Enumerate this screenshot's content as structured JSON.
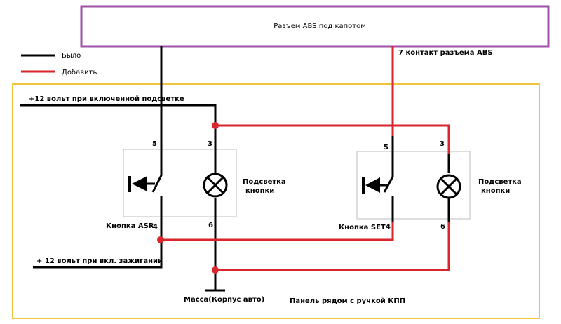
{
  "colors": {
    "black": "#000000",
    "red": "#d9262c",
    "purple": "#a050a8",
    "gold": "#f2c43d",
    "border_gray": "#bdbdbd"
  },
  "connector": {
    "label": "Разъем ABS под капотом"
  },
  "pin7_label": "7 контакт разъема ABS",
  "legend": {
    "was": "Было",
    "add": "Добавить"
  },
  "labels": {
    "plus12_backlight": "+12 вольт при включенной подсветке",
    "plus12_ignition": "+ 12 вольт при вкл. зажигании",
    "ground": "Масса(Корпус авто)",
    "panel": "Панель рядом с ручкой КПП"
  },
  "switches": [
    {
      "name": "Кнопка ASR",
      "backlight": [
        "Подсветка",
        "кнопки"
      ],
      "pins": {
        "p5": "5",
        "p3": "3",
        "p4": "4",
        "p6": "6"
      }
    },
    {
      "name": "Кнопка SET",
      "backlight": [
        "Подсветка",
        "кнопки"
      ],
      "pins": {
        "p5": "5",
        "p3": "3",
        "p4": "4",
        "p6": "6"
      }
    }
  ]
}
